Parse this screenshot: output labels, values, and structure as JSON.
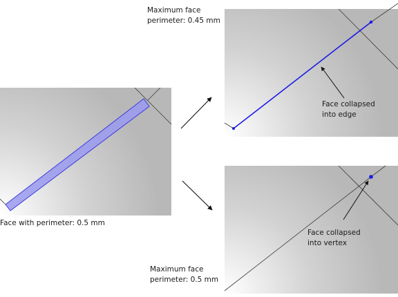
{
  "labels": {
    "top_caption_line1": "Maximum face",
    "top_caption_line2": "perimeter: 0.45 mm",
    "left_caption": "Face with perimeter: 0.5 mm",
    "edge_annotation_line1": "Face collapsed",
    "edge_annotation_line2": "into edge",
    "vertex_annotation_line1": "Face collapsed",
    "vertex_annotation_line2": "into vertex",
    "bottom_caption_line1": "Maximum face",
    "bottom_caption_line2": "perimeter: 0.5 mm"
  },
  "colors": {
    "face_fill": "#9a9af0",
    "face_stroke": "#3a3ae0",
    "edge_highlight": "#1a1ae6",
    "mesh_line": "#3a3a3a",
    "panel_dark": "#aaaaaa",
    "panel_light": "#ffffff"
  }
}
